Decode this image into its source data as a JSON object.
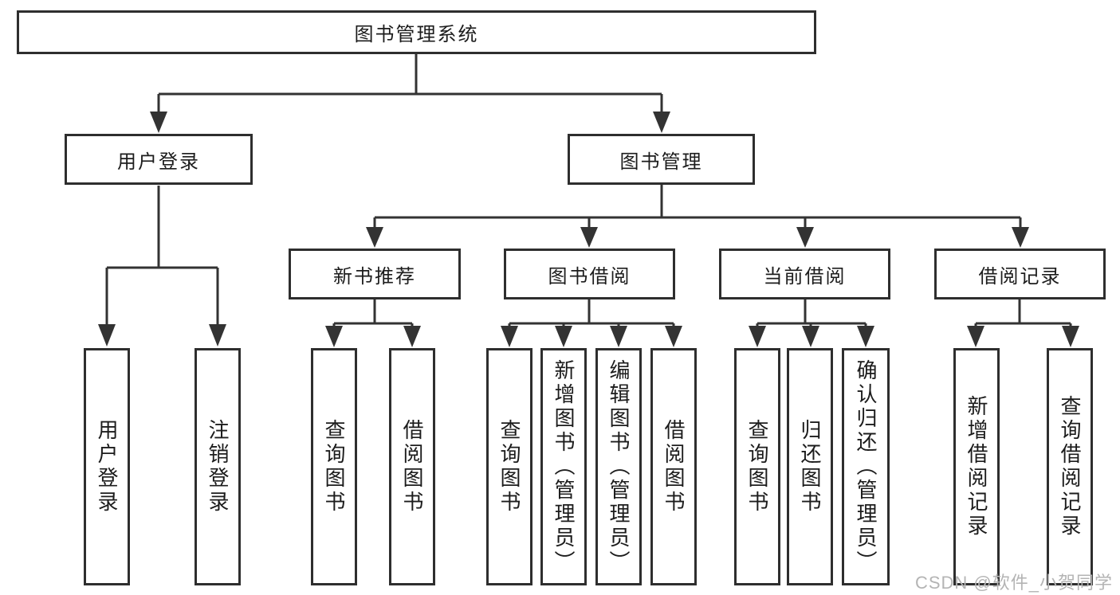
{
  "title": "图书管理系统",
  "watermark": "CSDN @软件_小贺同学",
  "colors": {
    "line": "#333333",
    "box_border": "#2e2e2e",
    "box_fill": "#ffffff",
    "text": "#1c1c1c",
    "watermark": "#b4b4b4"
  },
  "tree": {
    "root": {
      "label": "图书管理系统",
      "children": [
        {
          "label": "用户登录",
          "children": [
            {
              "label": "用户登录"
            },
            {
              "label": "注销登录"
            }
          ]
        },
        {
          "label": "图书管理",
          "children": [
            {
              "label": "新书推荐",
              "children": [
                {
                  "label": "查询图书"
                },
                {
                  "label": "借阅图书"
                }
              ]
            },
            {
              "label": "图书借阅",
              "children": [
                {
                  "label": "查询图书"
                },
                {
                  "label": "新增图书（管理员）"
                },
                {
                  "label": "编辑图书（管理员）"
                },
                {
                  "label": "借阅图书"
                }
              ]
            },
            {
              "label": "当前借阅",
              "children": [
                {
                  "label": "查询图书"
                },
                {
                  "label": "归还图书"
                },
                {
                  "label": "确认归还（管理员）"
                }
              ]
            },
            {
              "label": "借阅记录",
              "children": [
                {
                  "label": "新增借阅记录"
                },
                {
                  "label": "查询借阅记录"
                }
              ]
            }
          ]
        }
      ]
    }
  }
}
